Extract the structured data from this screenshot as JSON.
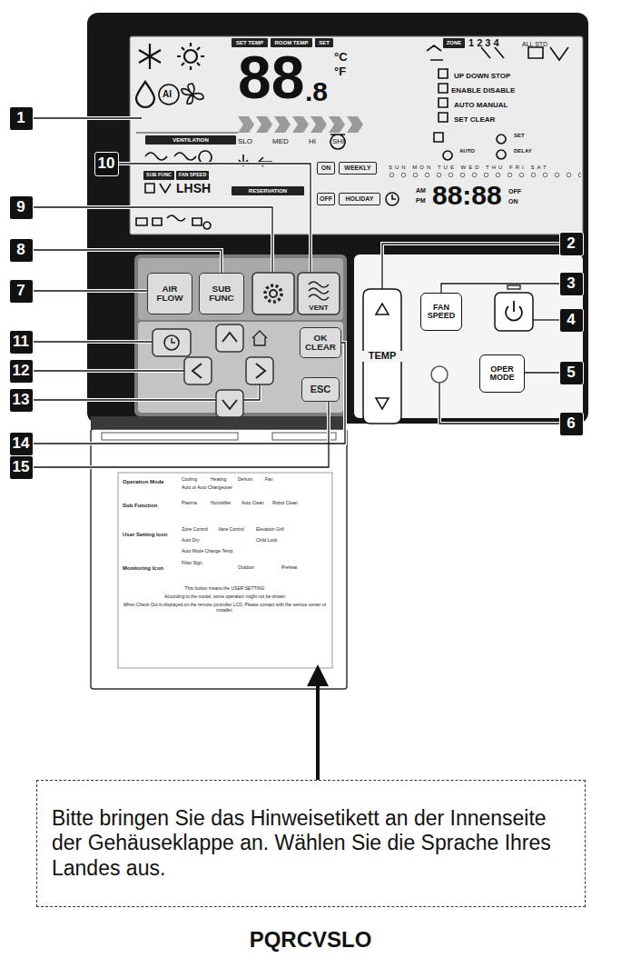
{
  "diagram": {
    "caption": "PQRCVSLO",
    "nodes": [
      {
        "text": [
          "°C",
          "°F",
          "88",
          ".8",
          "SLO",
          "MED",
          "HI",
          "SHI",
          "LHSH",
          "1 2 3 4",
          "ALL STD",
          "UP DOWN STOP",
          "ENABLE DISABLE",
          "AUTO MANUAL",
          "SET CLEAR",
          "AUTO",
          "SET",
          "DELAY",
          "SUN MON TUE WED THU FRI SAT",
          "AM",
          "PM",
          "88:88",
          "OFF",
          "ON",
          "AI"
        ]
      },
      {
        "text": [
          "SET TEMP"
        ],
        "in": 0
      },
      {
        "text": [
          "ROOM TEMP"
        ],
        "in": 0
      },
      {
        "text": [
          "SET"
        ],
        "in": 0
      },
      {
        "text": [
          "VENTILATION"
        ],
        "in": 0
      },
      {
        "text": [
          "SUB FUNC"
        ],
        "in": 0
      },
      {
        "text": [
          "FAN SPEED"
        ],
        "in": 0
      },
      {
        "text": [
          "RESERVATION"
        ],
        "in": 0
      },
      {
        "text": [
          "ZONE"
        ],
        "in": 0
      },
      {
        "text": [
          "ON"
        ],
        "in": 0
      },
      {
        "text": [
          "OFF"
        ],
        "in": 0
      },
      {
        "text": [
          "WEEKLY"
        ],
        "in": 0
      },
      {
        "text": [
          "HOLIDAY"
        ],
        "in": 0
      },
      {
        "text": [
          "AIR FLOW"
        ]
      },
      {
        "text": [
          "SUB FUNC"
        ]
      },
      {
        "text": [
          "VENT"
        ]
      },
      {
        "text": [
          "OK CLEAR"
        ]
      },
      {
        "text": [
          "ESC"
        ]
      },
      {
        "text": [
          "TEMP"
        ]
      },
      {
        "text": [
          "FAN SPEED"
        ]
      },
      {
        "text": [
          "OPER MODE"
        ]
      },
      {
        "text": [
          "Operation Mode",
          "Cooling",
          "Heating",
          "Dehum.",
          "Fan",
          "Auto or Auto Changeover",
          "Sub Function",
          "Plasma",
          "Humidifier",
          "Auto Clean",
          "Robot Clean",
          "User Setting Icon",
          "Zone Control",
          "Vane Control",
          "Elevation Grill",
          "Auto Dry",
          "Child Lock",
          "Auto Mode Change Temp",
          "Monitoring Icon",
          "Filter Sign",
          "Outdoor",
          "Preheat",
          "This button means the USER SETTING",
          "According to the model, some operation might not be shown",
          "When Check Out is displayed on the remote controller LCD, Please contact with the service center or installer."
        ]
      },
      {
        "text": [
          "Bitte bringen Sie das Hinweisetikett an der Innenseite der Gehäuseklappe an. Wählen Sie die Sprache Ihres Landes aus."
        ]
      }
    ],
    "edges": [
      {
        "from": 22,
        "to": 21,
        "arrow": "to"
      }
    ],
    "labels": [
      "1",
      "10",
      "9",
      "8",
      "7",
      "11",
      "12",
      "13",
      "14",
      "15",
      "2",
      "3",
      "4",
      "5",
      "6"
    ]
  }
}
